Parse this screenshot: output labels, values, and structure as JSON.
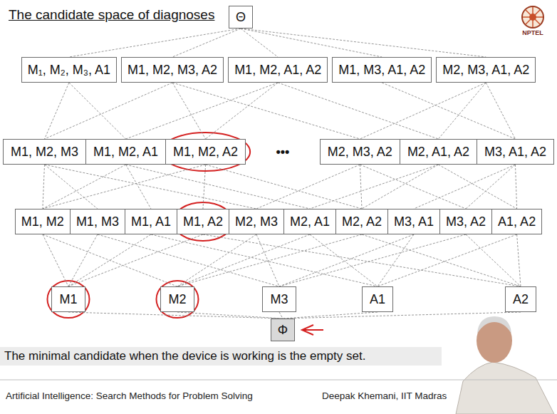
{
  "diagram": {
    "title": "The candidate space of diagnoses",
    "caption": "The minimal candidate when the device is working is the empty set.",
    "nodes": [
      {
        "text": [
          "Θ"
        ]
      },
      {
        "text": [
          "M₁, M₂, M₃, A1"
        ]
      },
      {
        "text": [
          "M1, M2, M3, A2"
        ]
      },
      {
        "text": [
          "M1, M2, A1, A2"
        ]
      },
      {
        "text": [
          "M1, M3, A1, A2"
        ]
      },
      {
        "text": [
          "M2, M3, A1, A2"
        ]
      },
      {
        "text": [
          "M1, M2, M3"
        ]
      },
      {
        "text": [
          "M1, M2, A1"
        ]
      },
      {
        "text": [
          "M1, M2, A2"
        ]
      },
      {
        "text": [
          "M2, M3, A2"
        ]
      },
      {
        "text": [
          "M2, A1, A2"
        ]
      },
      {
        "text": [
          "M3, A1, A2"
        ]
      },
      {
        "text": [
          "M1, M2"
        ]
      },
      {
        "text": [
          "M1, M3"
        ]
      },
      {
        "text": [
          "M1, A1"
        ]
      },
      {
        "text": [
          "M1, A2"
        ]
      },
      {
        "text": [
          "M2, M3"
        ]
      },
      {
        "text": [
          "M2, A1"
        ]
      },
      {
        "text": [
          "M2, A2"
        ]
      },
      {
        "text": [
          "M3, A1"
        ]
      },
      {
        "text": [
          "M3, A2"
        ]
      },
      {
        "text": [
          "A1, A2"
        ]
      },
      {
        "text": [
          "M1"
        ]
      },
      {
        "text": [
          "M2"
        ]
      },
      {
        "text": [
          "M3"
        ]
      },
      {
        "text": [
          "A1"
        ]
      },
      {
        "text": [
          "A2"
        ]
      },
      {
        "text": [
          "Φ"
        ]
      }
    ],
    "edges": [
      {
        "from": 0,
        "to": 1,
        "arrow": "none"
      },
      {
        "from": 0,
        "to": 2,
        "arrow": "none"
      },
      {
        "from": 0,
        "to": 3,
        "arrow": "none"
      },
      {
        "from": 0,
        "to": 4,
        "arrow": "none"
      },
      {
        "from": 0,
        "to": 5,
        "arrow": "none"
      },
      {
        "from": 1,
        "to": 6,
        "arrow": "none"
      },
      {
        "from": 2,
        "to": 6,
        "arrow": "none"
      },
      {
        "from": 1,
        "to": 7,
        "arrow": "none"
      },
      {
        "from": 3,
        "to": 7,
        "arrow": "none"
      },
      {
        "from": 2,
        "to": 8,
        "arrow": "none"
      },
      {
        "from": 3,
        "to": 8,
        "arrow": "none"
      },
      {
        "from": 2,
        "to": 9,
        "arrow": "none"
      },
      {
        "from": 5,
        "to": 9,
        "arrow": "none"
      },
      {
        "from": 3,
        "to": 10,
        "arrow": "none"
      },
      {
        "from": 5,
        "to": 10,
        "arrow": "none"
      },
      {
        "from": 4,
        "to": 11,
        "arrow": "none"
      },
      {
        "from": 5,
        "to": 11,
        "arrow": "none"
      },
      {
        "from": 6,
        "to": 12,
        "arrow": "none"
      },
      {
        "from": 6,
        "to": 13,
        "arrow": "none"
      },
      {
        "from": 6,
        "to": 16,
        "arrow": "none"
      },
      {
        "from": 7,
        "to": 12,
        "arrow": "none"
      },
      {
        "from": 7,
        "to": 14,
        "arrow": "none"
      },
      {
        "from": 7,
        "to": 17,
        "arrow": "none"
      },
      {
        "from": 8,
        "to": 12,
        "arrow": "none"
      },
      {
        "from": 8,
        "to": 15,
        "arrow": "none"
      },
      {
        "from": 8,
        "to": 18,
        "arrow": "none"
      },
      {
        "from": 9,
        "to": 16,
        "arrow": "none"
      },
      {
        "from": 9,
        "to": 18,
        "arrow": "none"
      },
      {
        "from": 9,
        "to": 20,
        "arrow": "none"
      },
      {
        "from": 10,
        "to": 17,
        "arrow": "none"
      },
      {
        "from": 10,
        "to": 18,
        "arrow": "none"
      },
      {
        "from": 10,
        "to": 21,
        "arrow": "none"
      },
      {
        "from": 11,
        "to": 19,
        "arrow": "none"
      },
      {
        "from": 11,
        "to": 20,
        "arrow": "none"
      },
      {
        "from": 11,
        "to": 21,
        "arrow": "none"
      },
      {
        "from": 12,
        "to": 22,
        "arrow": "none"
      },
      {
        "from": 12,
        "to": 23,
        "arrow": "none"
      },
      {
        "from": 13,
        "to": 22,
        "arrow": "none"
      },
      {
        "from": 13,
        "to": 24,
        "arrow": "none"
      },
      {
        "from": 14,
        "to": 22,
        "arrow": "none"
      },
      {
        "from": 14,
        "to": 25,
        "arrow": "none"
      },
      {
        "from": 15,
        "to": 22,
        "arrow": "none"
      },
      {
        "from": 15,
        "to": 26,
        "arrow": "none"
      },
      {
        "from": 16,
        "to": 23,
        "arrow": "none"
      },
      {
        "from": 16,
        "to": 24,
        "arrow": "none"
      },
      {
        "from": 17,
        "to": 23,
        "arrow": "none"
      },
      {
        "from": 17,
        "to": 25,
        "arrow": "none"
      },
      {
        "from": 18,
        "to": 23,
        "arrow": "none"
      },
      {
        "from": 18,
        "to": 26,
        "arrow": "none"
      },
      {
        "from": 19,
        "to": 24,
        "arrow": "none"
      },
      {
        "from": 19,
        "to": 25,
        "arrow": "none"
      },
      {
        "from": 20,
        "to": 24,
        "arrow": "none"
      },
      {
        "from": 20,
        "to": 26,
        "arrow": "none"
      },
      {
        "from": 21,
        "to": 25,
        "arrow": "none"
      },
      {
        "from": 21,
        "to": 26,
        "arrow": "none"
      },
      {
        "from": 22,
        "to": 27,
        "arrow": "none"
      },
      {
        "from": 23,
        "to": 27,
        "arrow": "none"
      },
      {
        "from": 24,
        "to": 27,
        "arrow": "none"
      },
      {
        "from": 25,
        "to": 27,
        "arrow": "none"
      },
      {
        "from": 26,
        "to": 27,
        "arrow": "none"
      }
    ],
    "labels": [
      "NPTEL",
      "•••",
      "Artificial Intelligence: Search Methods for Problem Solving",
      "Deepak Khemani, IIT Madras"
    ]
  }
}
